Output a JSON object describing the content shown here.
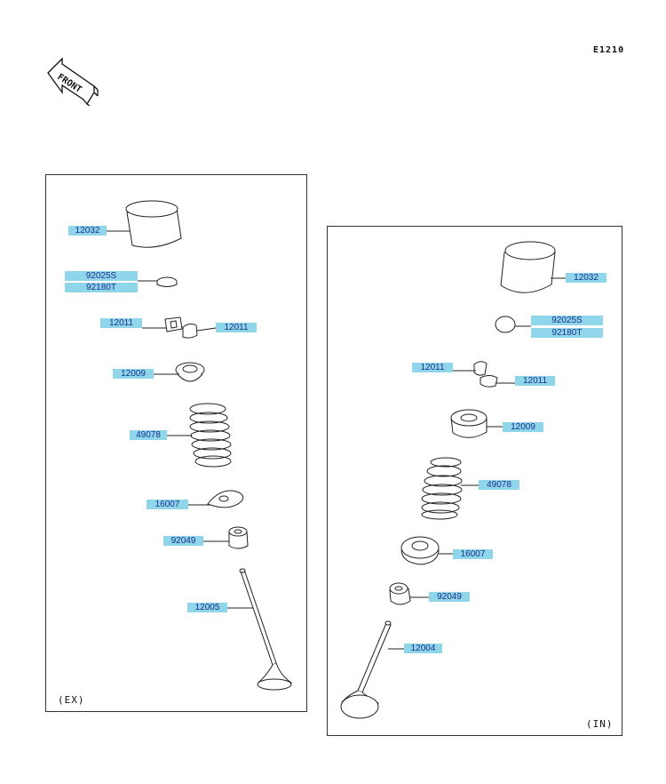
{
  "figure_id": "E1210",
  "front_label": "FRONT",
  "ex_panel": {
    "label": "(EX)",
    "parts": {
      "lifter": "12032",
      "shim_s": "92025S",
      "shim_t": "92180T",
      "keeper_left": "12011",
      "keeper_right": "12011",
      "retainer": "12009",
      "spring": "49078",
      "spring_seat": "16007",
      "stem_seal": "92049",
      "valve": "12005"
    }
  },
  "in_panel": {
    "label": "(IN)",
    "parts": {
      "lifter": "12032",
      "shim_s": "92025S",
      "shim_t": "92180T",
      "keeper_left": "12011",
      "keeper_right": "12011",
      "retainer": "12009",
      "spring": "49078",
      "spring_seat": "16007",
      "stem_seal": "92049",
      "valve": "12004"
    }
  }
}
